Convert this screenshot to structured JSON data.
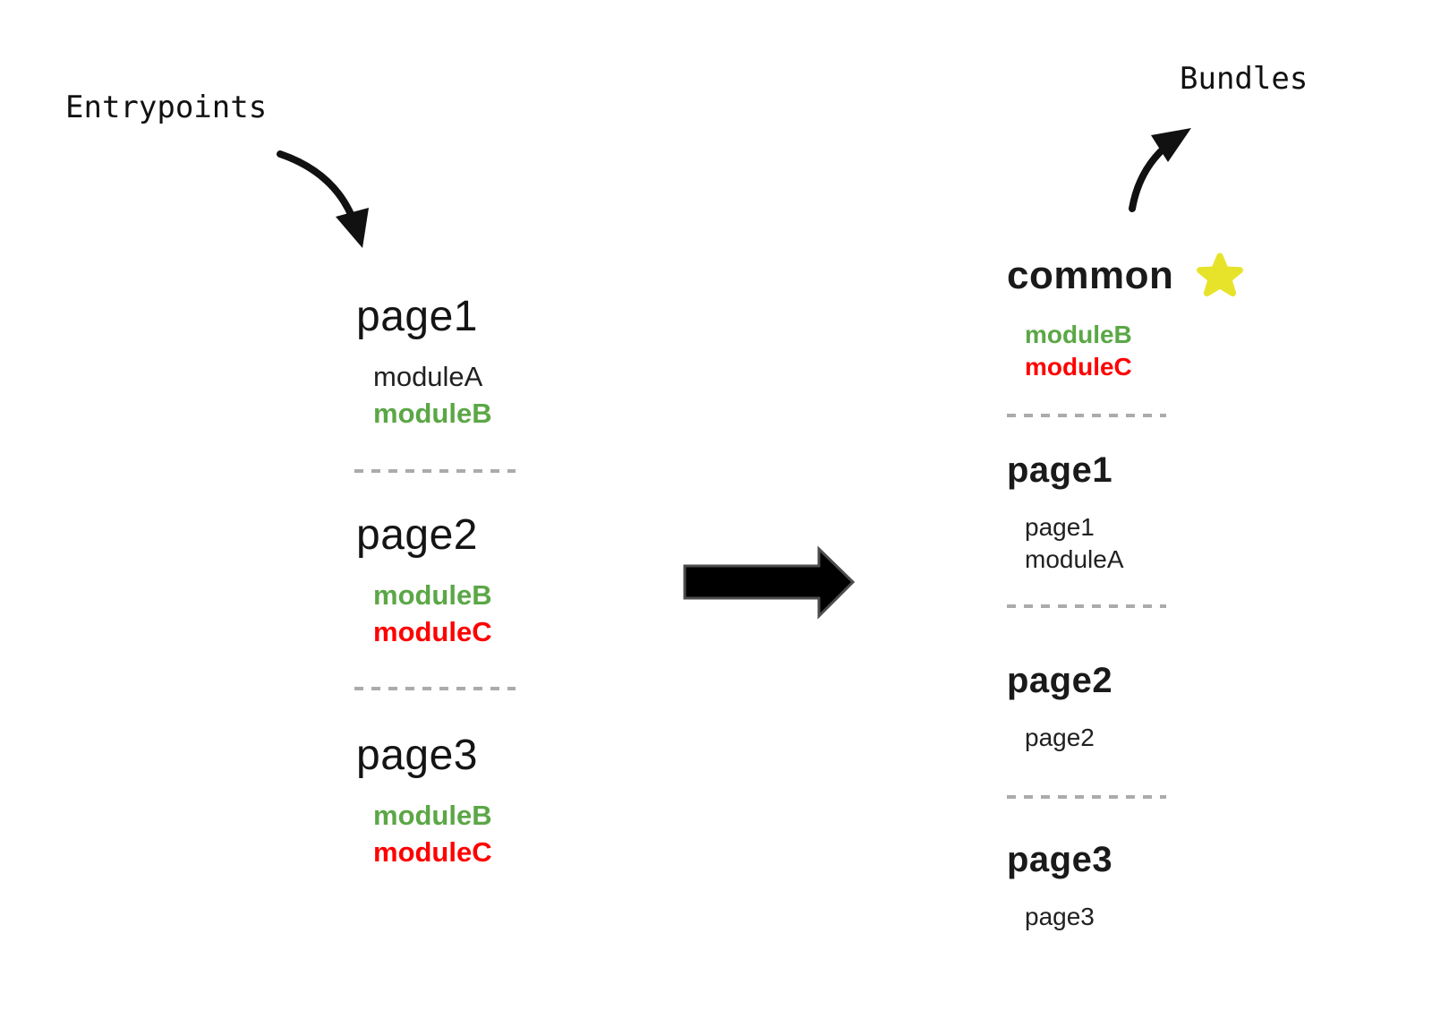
{
  "diagram": {
    "entrypoints_label": "Entrypoints",
    "bundles_label": "Bundles"
  },
  "colors": {
    "text_black": "#111111",
    "module_green": "#5ba746",
    "module_red": "#ff0000",
    "star_yellow": "#e7e32b",
    "dash_gray": "#ababab",
    "arrow_black": "#000000"
  },
  "icons": {
    "star": "star-icon",
    "transform_arrow": "right-block-arrow-icon",
    "entrypoints_arrow": "curved-arrow-down-icon",
    "bundles_arrow": "curved-arrow-up-icon"
  },
  "entrypoints": [
    {
      "name": "page1",
      "modules": [
        {
          "label": "moduleA",
          "color": "black"
        },
        {
          "label": "moduleB",
          "color": "green"
        }
      ]
    },
    {
      "name": "page2",
      "modules": [
        {
          "label": "moduleB",
          "color": "green"
        },
        {
          "label": "moduleC",
          "color": "red"
        }
      ]
    },
    {
      "name": "page3",
      "modules": [
        {
          "label": "moduleB",
          "color": "green"
        },
        {
          "label": "moduleC",
          "color": "red"
        }
      ]
    }
  ],
  "bundles": [
    {
      "name": "common",
      "starred": true,
      "modules": [
        {
          "label": "moduleB",
          "color": "green"
        },
        {
          "label": "moduleC",
          "color": "red"
        }
      ]
    },
    {
      "name": "page1",
      "modules": [
        {
          "label": "page1",
          "color": "black"
        },
        {
          "label": "moduleA",
          "color": "black"
        }
      ]
    },
    {
      "name": "page2",
      "modules": [
        {
          "label": "page2",
          "color": "black"
        }
      ]
    },
    {
      "name": "page3",
      "modules": [
        {
          "label": "page3",
          "color": "black"
        }
      ]
    }
  ]
}
